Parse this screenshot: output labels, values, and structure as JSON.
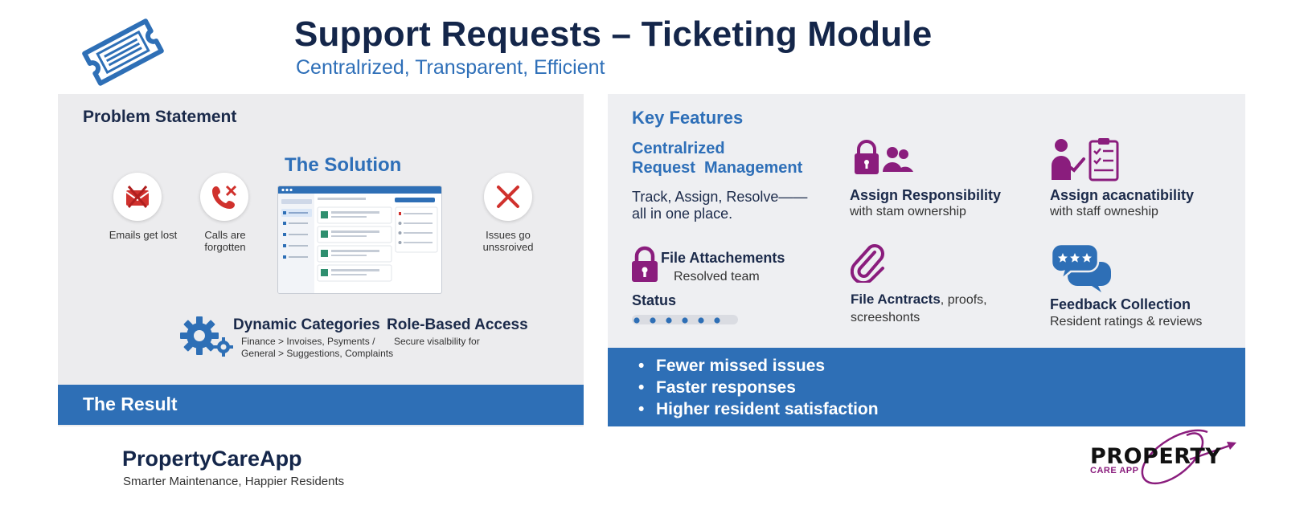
{
  "header": {
    "title": "Support Requests – Ticketing Module",
    "subtitle": "Centralrized, Transparent, Efficient"
  },
  "left_panel": {
    "problem_title": "Problem Statement",
    "problems": [
      {
        "icon": "envelope-cross-icon",
        "label": "Emails get lost"
      },
      {
        "icon": "phone-cross-icon",
        "label_lines": [
          "Calls are",
          "forgotten"
        ]
      },
      {
        "icon": "x-mark-icon",
        "label_lines": [
          "Issues go",
          "unssroived"
        ]
      }
    ],
    "solution_title": "The Solution",
    "dynamic_categories": {
      "title": "Dynamic Categories",
      "lines": [
        "Finance > Invoises, Psyments /",
        "General > Suggestions, Complaints"
      ]
    },
    "role_access": {
      "title": "Role-Based Access",
      "desc": "Secure visalbility for"
    },
    "result_label": "The Result"
  },
  "right_panel": {
    "title": "Key Features",
    "centralized": {
      "title_lines": [
        "Centralrized",
        "Request  Management"
      ],
      "desc_lines": [
        "Track, Assign, Resolve——",
        "all in one place."
      ]
    },
    "assign_responsibility": {
      "title": "Assign Responsibility",
      "desc": "with stam ownership"
    },
    "assign_accountability": {
      "title": "Assign acacnatibility",
      "desc": "with staff owneship"
    },
    "file_attachments": {
      "title": "File Attachements",
      "desc": "Resolved team"
    },
    "status": {
      "label": "Status",
      "steps": 6,
      "progress": 1.0
    },
    "file_contracts": {
      "title": "File Acntracts",
      "rest": ", proofs,",
      "line2": "screeshonts"
    },
    "feedback": {
      "title": "Feedback Collection",
      "desc": "Resident ratings & reviews"
    },
    "benefits": [
      "Fewer missed issues",
      "Faster responses",
      "Higher resident satisfaction"
    ]
  },
  "footer": {
    "name": "PropertyCareApp",
    "tagline": "Smarter Maintenance, Happier Residents",
    "logo_main": "PROPERTY",
    "logo_sub": "CARE APP"
  },
  "colors": {
    "title_navy": "#14264a",
    "accent_blue": "#2e6fb6",
    "magenta": "#8a1d7d",
    "alert_red": "#d0312d"
  }
}
